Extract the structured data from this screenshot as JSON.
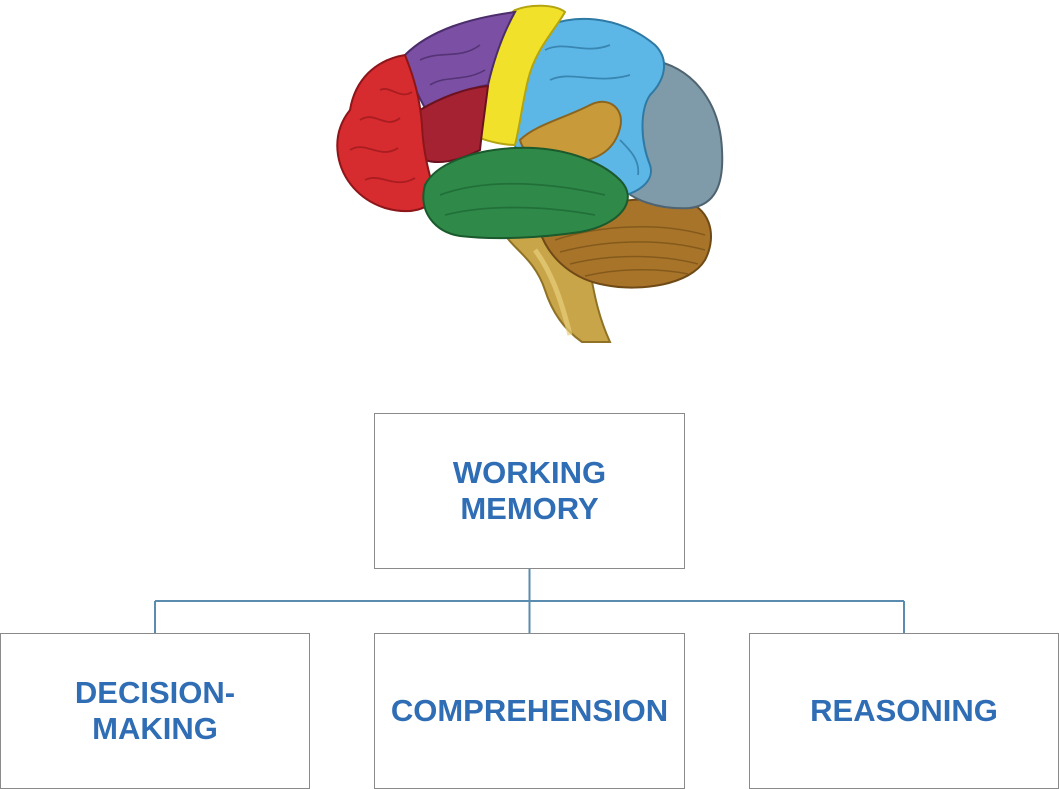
{
  "diagram": {
    "root": {
      "label": "WORKING\nMEMORY"
    },
    "children": [
      {
        "label": "DECISION-\nMAKING"
      },
      {
        "label": "COMPREHENSION"
      },
      {
        "label": "REASONING"
      }
    ]
  },
  "colors": {
    "label_text": "#2f6db5",
    "box_border": "#8a8a8a",
    "connector": "#5a8cb0",
    "brain_frontal": "#d62b2f",
    "brain_prefrontal_dark": "#a52233",
    "brain_premotor": "#7b4fa3",
    "brain_motor": "#f1e12a",
    "brain_parietal": "#5db7e6",
    "brain_occipital": "#7f9aa8",
    "brain_temporal": "#2f8a4a",
    "brain_angular": "#c99a3a",
    "brain_cerebellum": "#a8742a",
    "brain_stem": "#c9a54a"
  }
}
